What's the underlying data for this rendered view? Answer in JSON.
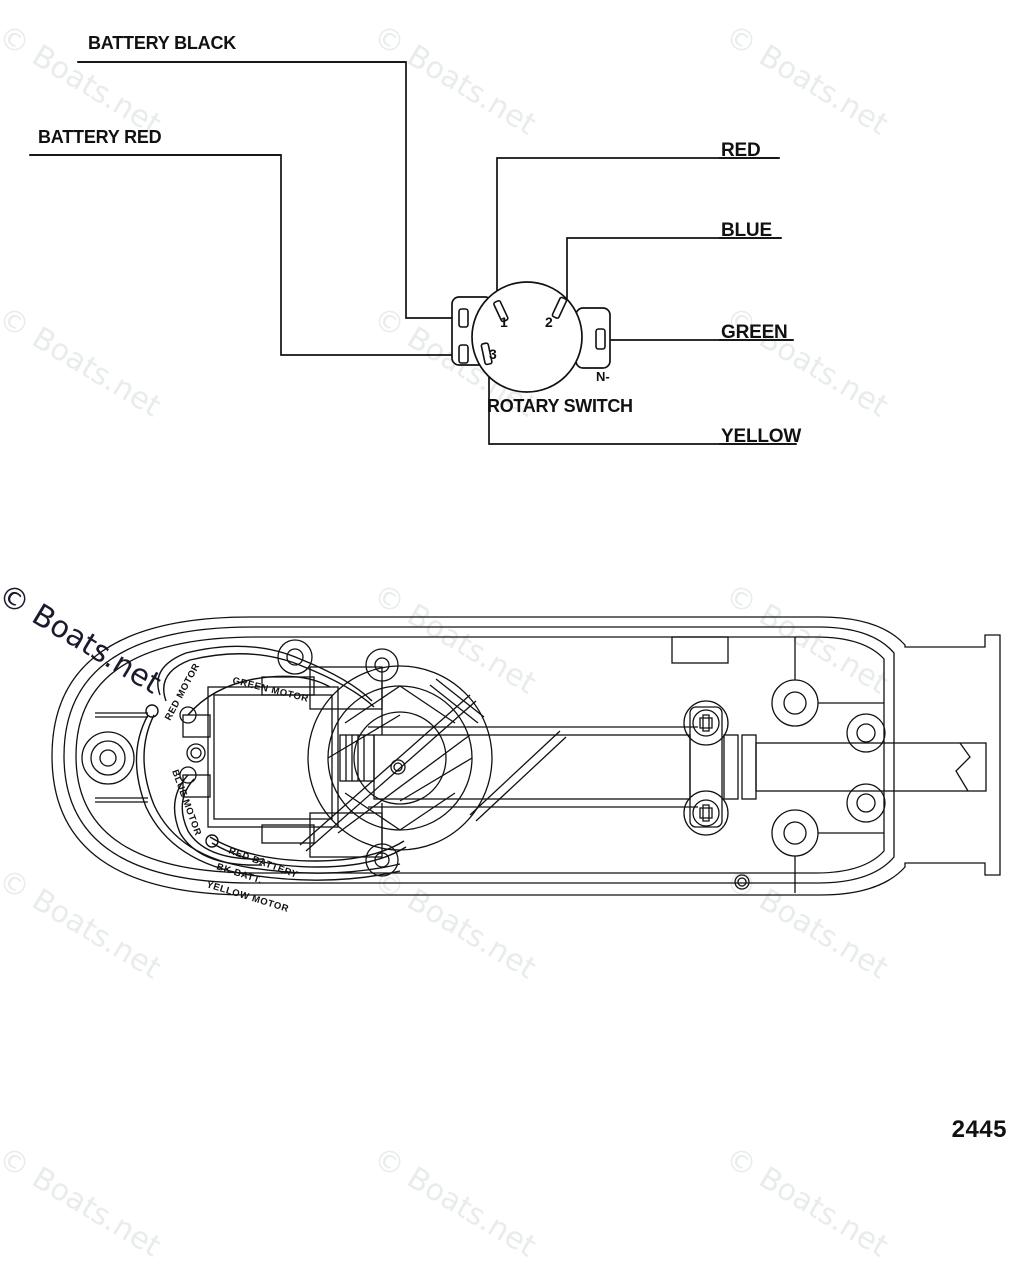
{
  "page": {
    "number": "2445",
    "watermark_text": "© Boats.net",
    "background": "#ffffff",
    "line_color": "#111111",
    "watermark_color": "#e9ecec"
  },
  "schematic": {
    "title": "ROTARY SWITCH",
    "left_labels": [
      {
        "text": "BATTERY BLACK",
        "terminal": "left-upper"
      },
      {
        "text": "BATTERY RED",
        "terminal": "left-lower"
      }
    ],
    "right_labels": [
      {
        "text": "RED",
        "terminal": "1"
      },
      {
        "text": "BLUE",
        "terminal": "2"
      },
      {
        "text": "GREEN",
        "terminal": "N-"
      },
      {
        "text": "YELLOW",
        "terminal": "3"
      }
    ],
    "switch_terminals": [
      "1",
      "2",
      "3"
    ],
    "switch_common": "N-"
  },
  "assembly": {
    "wire_tags": [
      {
        "text": "GREEN MOTOR"
      },
      {
        "text": "RED MOTOR"
      },
      {
        "text": "BLUE MOTOR"
      },
      {
        "text": "RED BATTERY"
      },
      {
        "text": "BK BATT."
      },
      {
        "text": "YELLOW  MOTOR"
      }
    ]
  }
}
